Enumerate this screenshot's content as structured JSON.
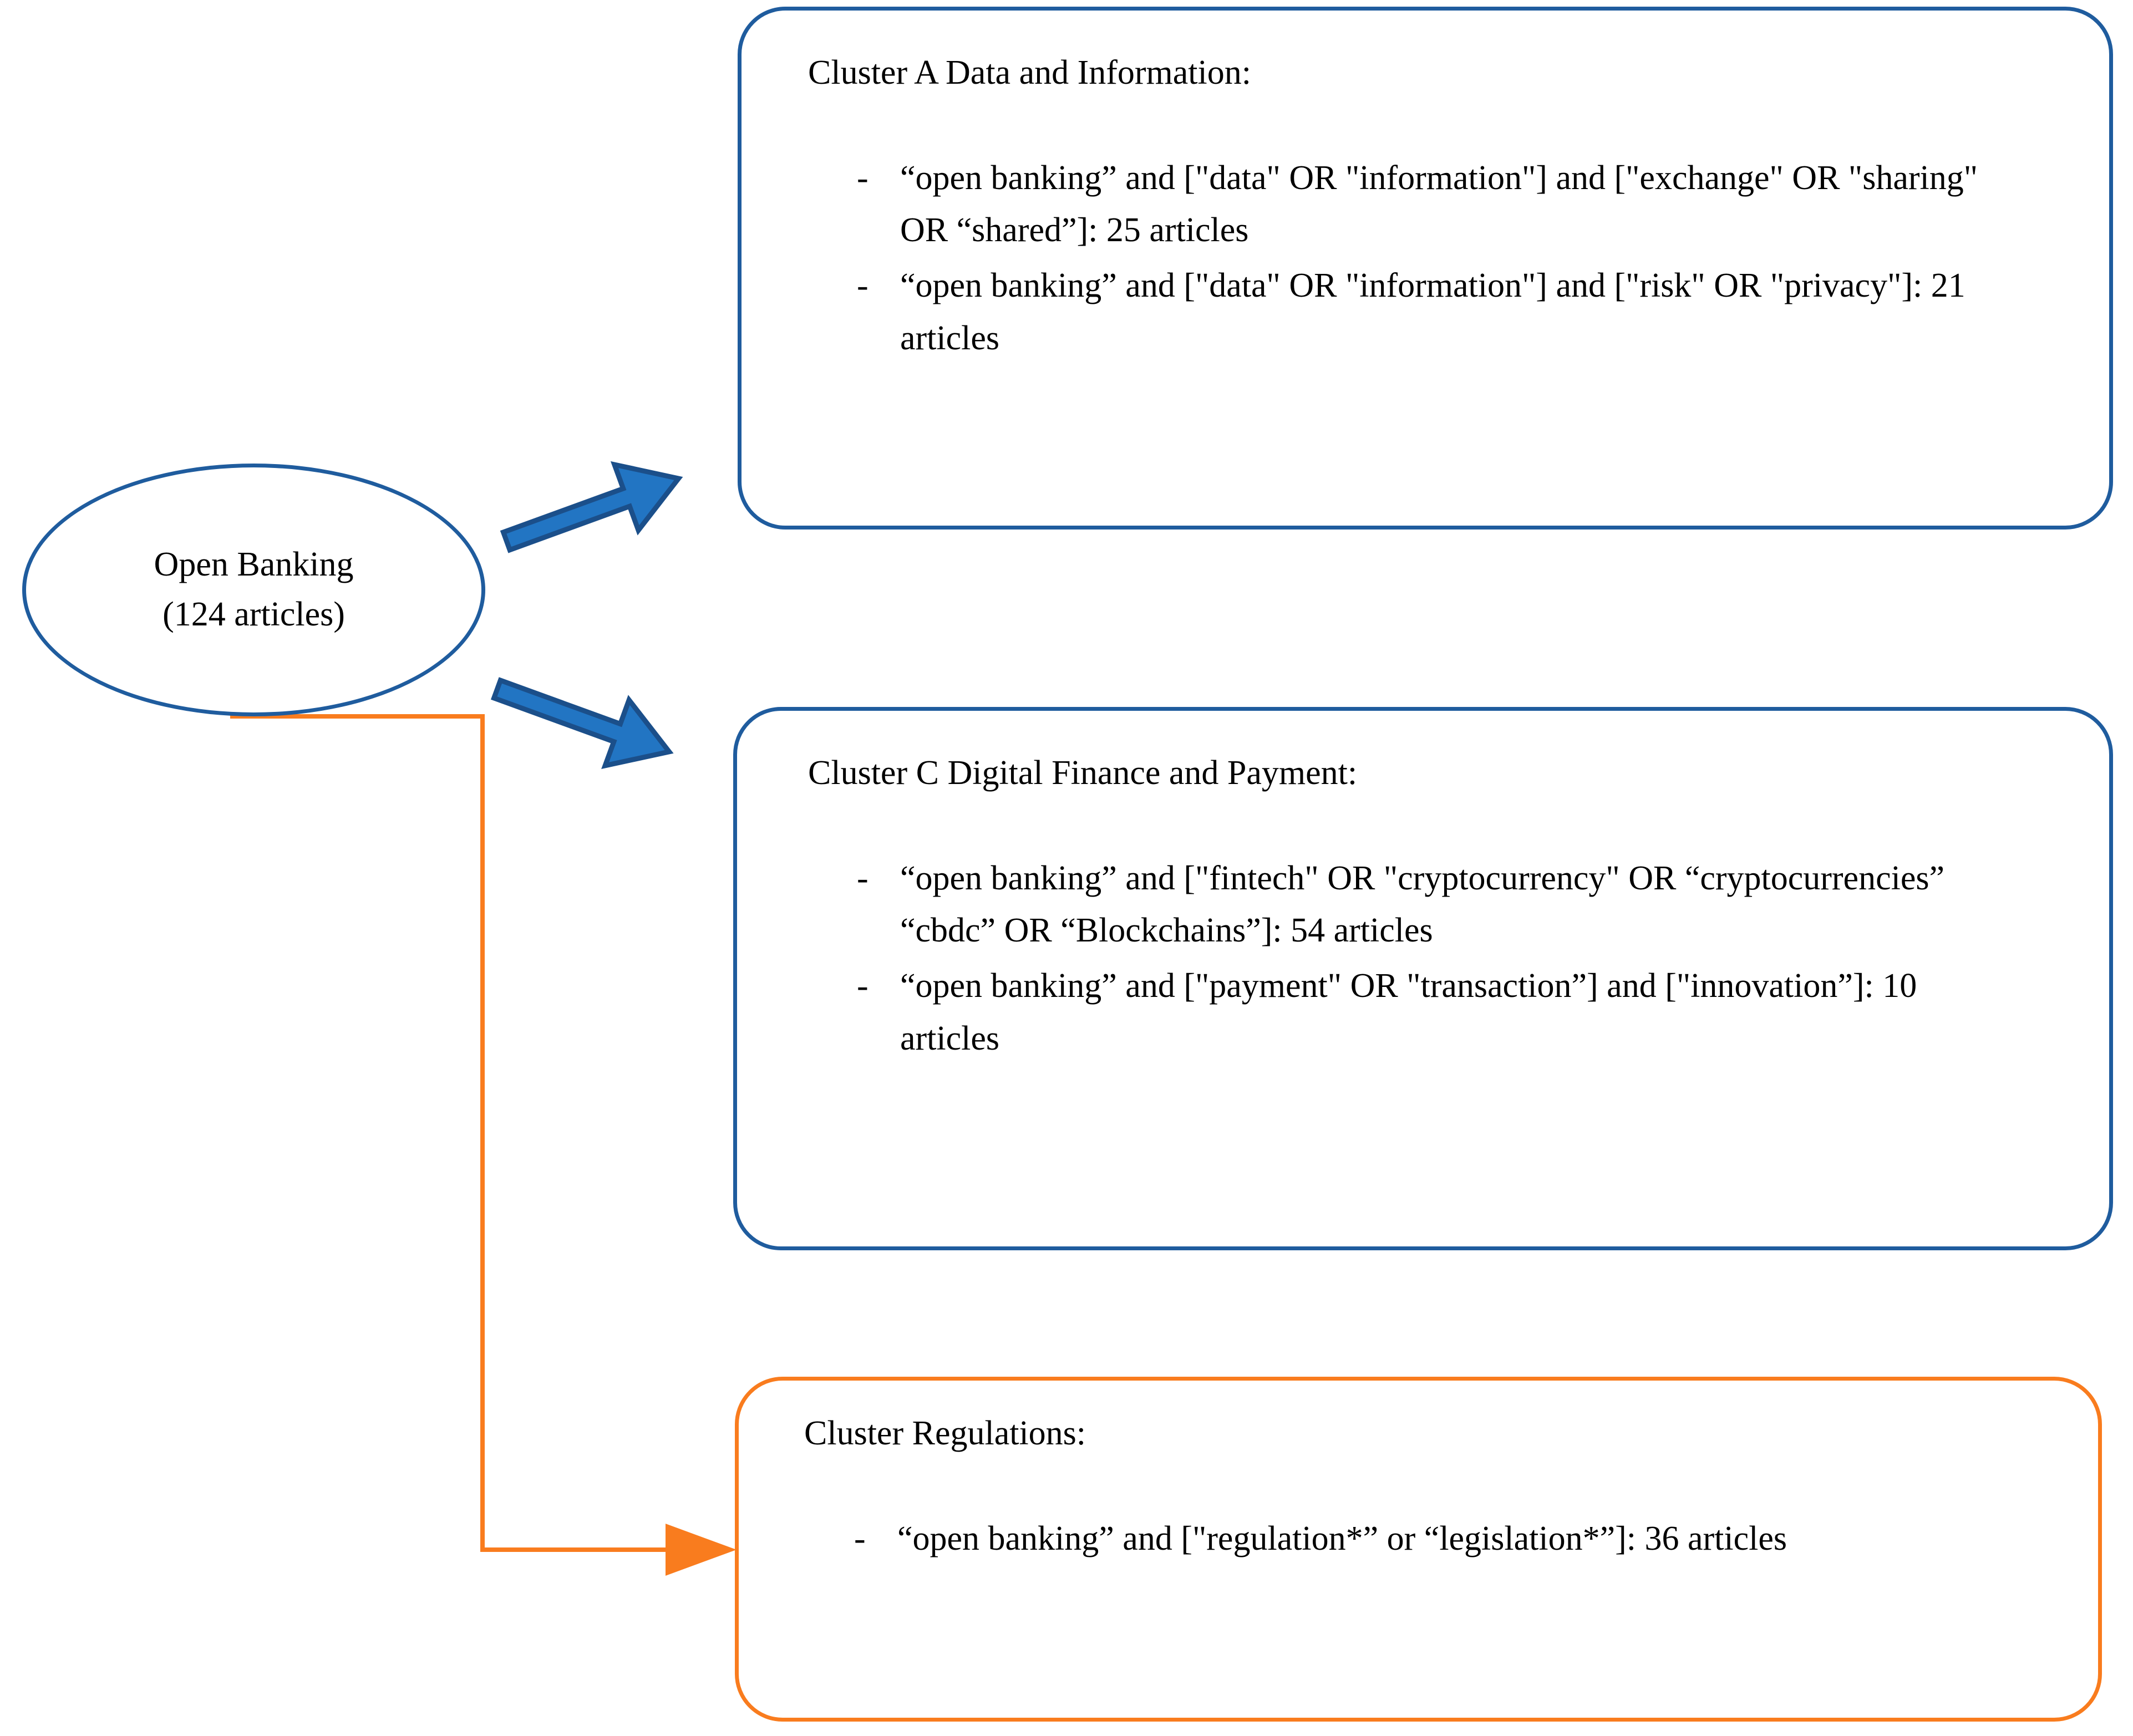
{
  "diagram": {
    "type": "flow-diagram",
    "title": "Open Banking article clustering",
    "colors": {
      "node_blue": "#1F5C9E",
      "node_orange": "#F97C1E",
      "arrow_blue_fill": "#2275C3",
      "arrow_blue_stroke": "#1B4F8A",
      "connector_orange": "#F97C1E",
      "text": "#000000",
      "background": "#FFFFFF"
    }
  },
  "source": {
    "label_line1": "Open Banking",
    "label_line2": "(124 articles)",
    "article_count": 124
  },
  "clusters": [
    {
      "id": "cluster-a",
      "accent": "blue",
      "title": "Cluster A Data and Information:",
      "bullets": [
        {
          "marker": "-",
          "text": "“open banking” and [\"data\" OR \"information\"] and [\"exchange\" OR \"sharing\" OR “shared”]: 25 articles",
          "count": 25
        },
        {
          "marker": "-",
          "text": "“open banking” and [\"data\" OR \"information\"] and [\"risk\" OR \"privacy\"]: 21 articles",
          "count": 21
        }
      ]
    },
    {
      "id": "cluster-c",
      "accent": "blue",
      "title": "Cluster C Digital Finance and Payment:",
      "bullets": [
        {
          "marker": "-",
          "text": "“open banking” and [\"fintech\" OR \"cryptocurrency\" OR “cryptocurrencies” “cbdc” OR “Blockchains”]: 54 articles",
          "count": 54
        },
        {
          "marker": "-",
          "text": "“open banking” and [\"payment\" OR \"transaction”] and [\"innovation”]: 10 articles",
          "count": 10
        }
      ]
    },
    {
      "id": "cluster-regulations",
      "accent": "orange",
      "title": "Cluster Regulations:",
      "bullets": [
        {
          "marker": "-",
          "text": "“open banking” and [\"regulation*” or “legislation*”]: 36 articles",
          "count": 36
        }
      ]
    }
  ],
  "connectors": [
    {
      "id": "arrow-to-cluster-a",
      "style": "block-arrow",
      "color": "#2275C3",
      "from": "source",
      "to": "cluster-a"
    },
    {
      "id": "arrow-to-cluster-c",
      "style": "block-arrow",
      "color": "#2275C3",
      "from": "source",
      "to": "cluster-c"
    },
    {
      "id": "arrow-to-cluster-regulations",
      "style": "elbow-line",
      "color": "#F97C1E",
      "from": "source",
      "to": "cluster-regulations"
    }
  ]
}
